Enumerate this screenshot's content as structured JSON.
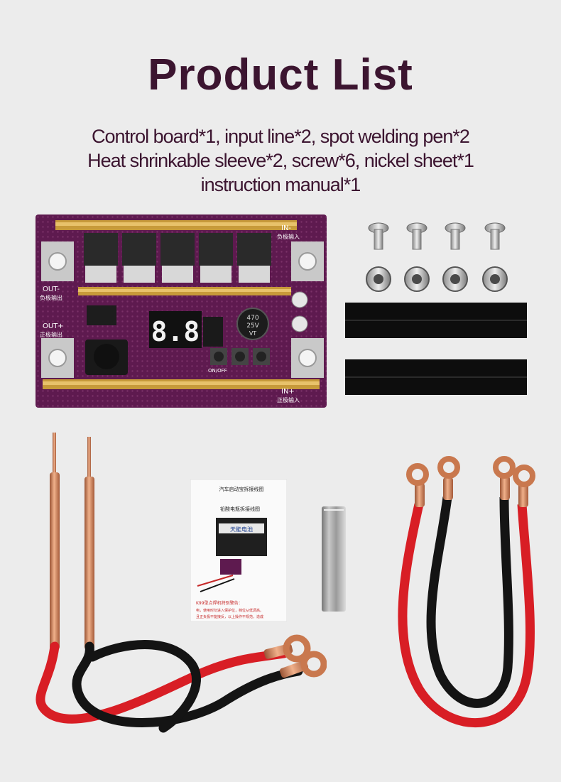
{
  "header": {
    "title": "Product List",
    "lines": [
      "Control board*1, input line*2, spot welding pen*2",
      "Heat shrinkable sleeve*2, screw*6, nickel sheet*1",
      "instruction manual*1"
    ]
  },
  "board": {
    "display": "8.8",
    "label_in_minus": "IN-",
    "label_in_minus_cn": "负极输入",
    "label_out_minus": "OUT-",
    "label_out_minus_cn": "负极输出",
    "label_out_plus": "OUT+",
    "label_out_plus_cn": "正极输出",
    "label_in_plus": "IN+",
    "label_in_plus_cn": "正极输入",
    "capacitor_text_1": "470",
    "capacitor_text_2": "25V",
    "capacitor_text_3": "VT",
    "onoff": "ON/OFF",
    "pcb_color": "#5e1a4f"
  },
  "manual": {
    "heading": "汽车启动宝拆接线图",
    "sub_heading": "铅酸电瓶拆接线图",
    "battery_brand": "天能电池",
    "warning": "K99型点焊机特别警告：",
    "warning_line2": "电，使用时勿进入保护位，档位从低调高。",
    "warning_line3": "且正负极不能接反，以上操作不规范，造成"
  },
  "colors": {
    "title": "#3c1530",
    "wire_red": "#d81e25",
    "wire_black": "#141414",
    "copper": "#c9784e"
  }
}
